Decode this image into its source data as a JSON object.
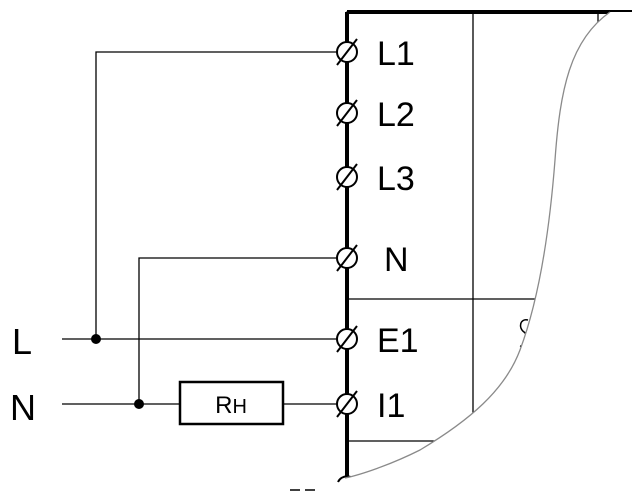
{
  "terminals": [
    {
      "id": "l1",
      "label": "L1"
    },
    {
      "id": "l2",
      "label": "L2"
    },
    {
      "id": "l3",
      "label": "L3"
    },
    {
      "id": "n",
      "label": "N"
    },
    {
      "id": "e1",
      "label": "E1"
    },
    {
      "id": "i1",
      "label": "I1"
    }
  ],
  "supply": {
    "line_label": "L",
    "neutral_label": "N"
  },
  "resistor": {
    "label_main": "R",
    "label_sub": "H"
  },
  "colors": {
    "line": "#000000",
    "background": "#ffffff",
    "tear_edge": "#8a8a8a"
  }
}
